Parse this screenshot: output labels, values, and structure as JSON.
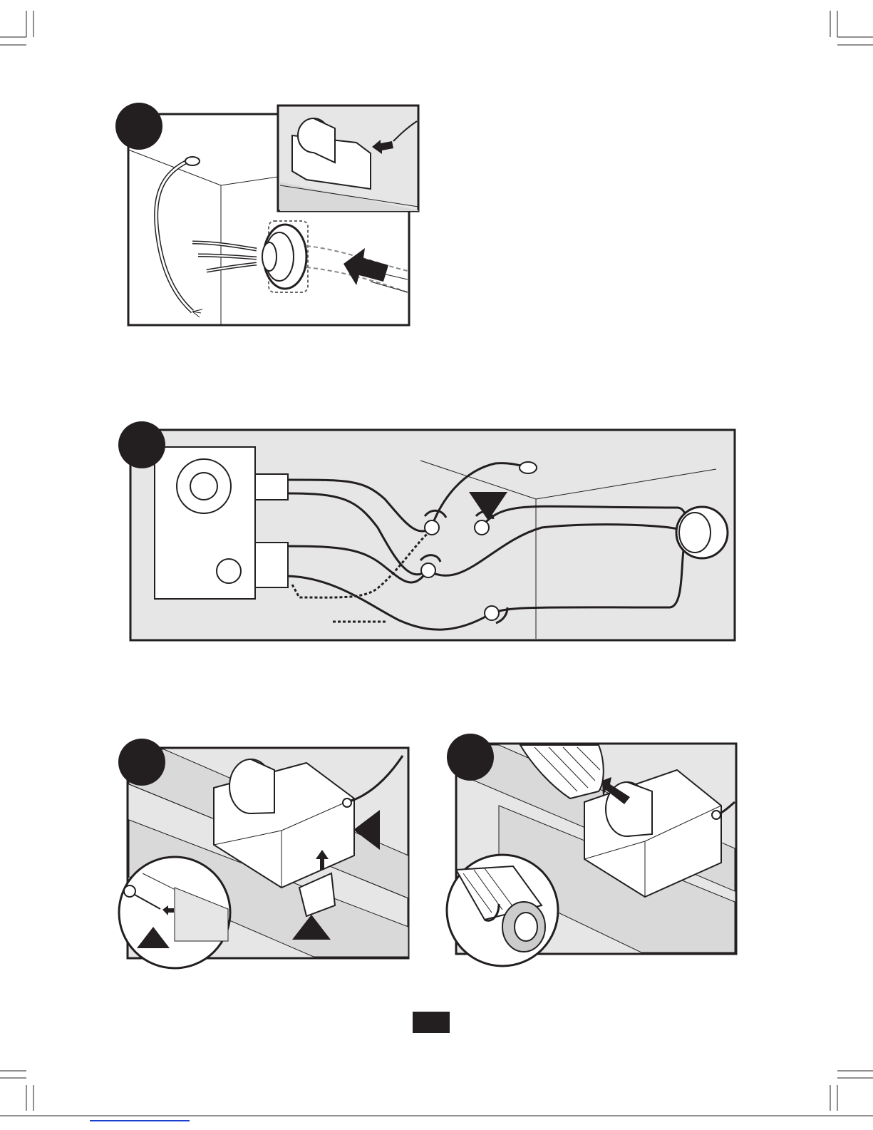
{
  "page": {
    "page_number": ""
  },
  "figures": [
    {
      "id": "step-a",
      "badge": ""
    },
    {
      "id": "step-b",
      "badge": ""
    },
    {
      "id": "step-c",
      "badge": ""
    },
    {
      "id": "step-d",
      "badge": ""
    }
  ],
  "colors": {
    "ink": "#231f20",
    "panel_fill": "#e6e6e6",
    "wood_fill": "#d9d9d9",
    "link_underline": "#1a3fd0"
  },
  "icons": [
    "arrow-left-icon",
    "arrow-down-icon",
    "arrow-up-icon",
    "rotate-arrow-icon",
    "triangle-marker-icon",
    "wire-nut-icon",
    "junction-box-icon",
    "fan-housing-icon",
    "duct-icon",
    "screwdriver-icon"
  ]
}
